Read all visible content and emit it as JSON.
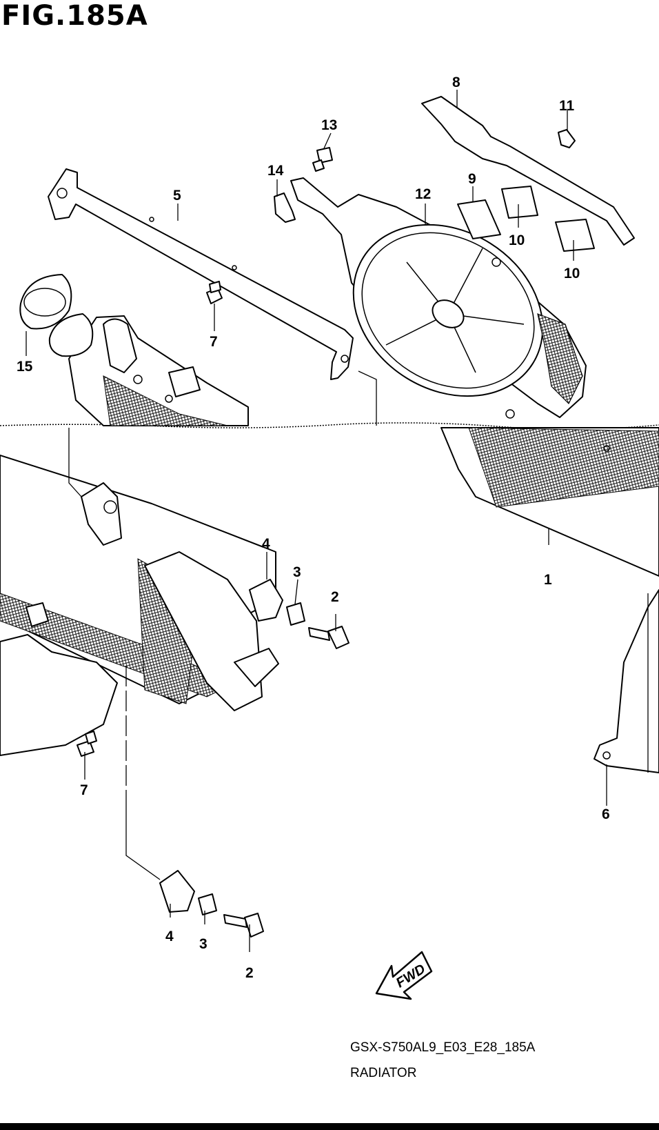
{
  "figure": {
    "title": "FIG.185A"
  },
  "footer": {
    "model_code": "GSX-S750AL9_E03_E28_185A",
    "section_name": "RADIATOR"
  },
  "callouts": [
    {
      "id": "c1",
      "label": "1"
    },
    {
      "id": "c2a",
      "label": "2"
    },
    {
      "id": "c2b",
      "label": "2"
    },
    {
      "id": "c3a",
      "label": "3"
    },
    {
      "id": "c3b",
      "label": "3"
    },
    {
      "id": "c4a",
      "label": "4"
    },
    {
      "id": "c4b",
      "label": "4"
    },
    {
      "id": "c5",
      "label": "5"
    },
    {
      "id": "c6",
      "label": "6"
    },
    {
      "id": "c7a",
      "label": "7"
    },
    {
      "id": "c7b",
      "label": "7"
    },
    {
      "id": "c8",
      "label": "8"
    },
    {
      "id": "c9",
      "label": "9"
    },
    {
      "id": "c10a",
      "label": "10"
    },
    {
      "id": "c10b",
      "label": "10"
    },
    {
      "id": "c11",
      "label": "11"
    },
    {
      "id": "c12",
      "label": "12"
    },
    {
      "id": "c13",
      "label": "13"
    },
    {
      "id": "c14",
      "label": "14"
    },
    {
      "id": "c15",
      "label": "15"
    }
  ],
  "direction_marker": {
    "label": "FWD"
  }
}
